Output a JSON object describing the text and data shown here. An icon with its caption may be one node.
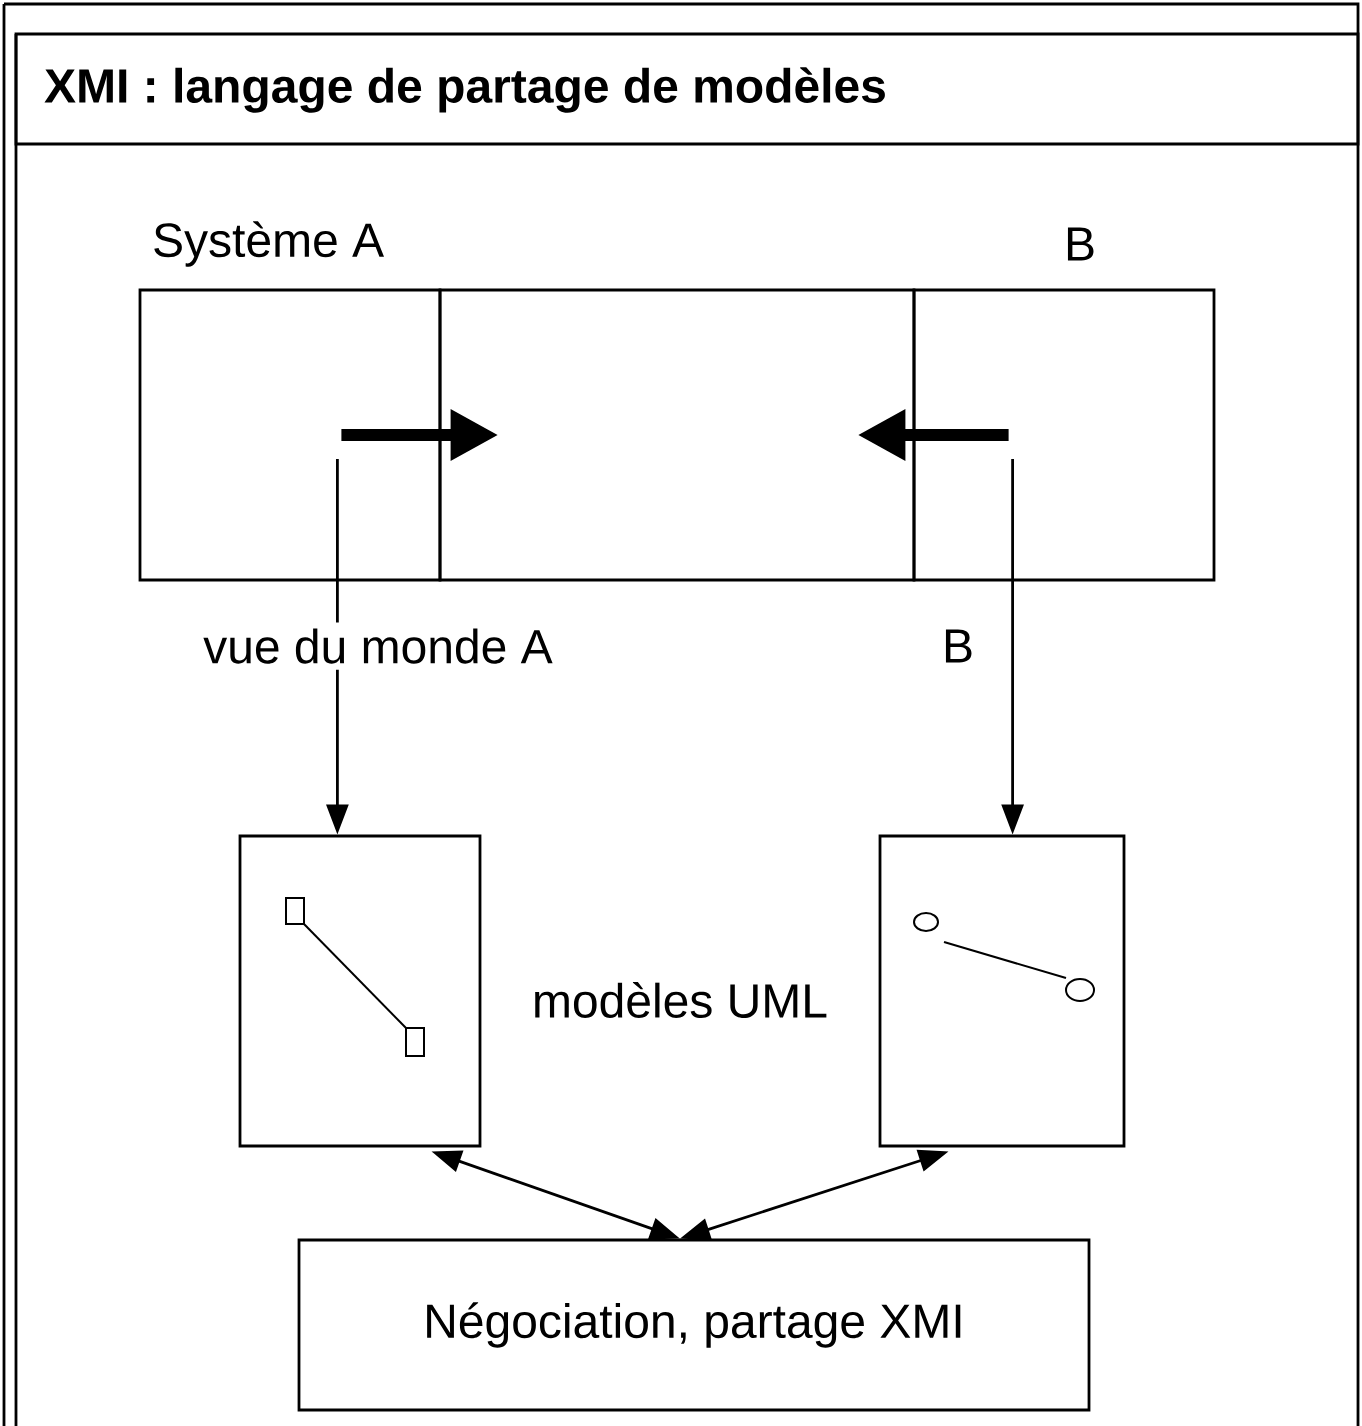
{
  "diagram": {
    "title": "XMI : langage de partage de modèles",
    "nodes": [
      {
        "text": [
          "Système A"
        ]
      },
      {
        "text": [],
        "shape": "box"
      },
      {
        "text": [
          "B"
        ]
      },
      {
        "text": [],
        "shape": "box"
      },
      {
        "text": [],
        "shape": "box"
      },
      {
        "text": [
          "Négociation, partage XMI"
        ]
      }
    ],
    "edges": [
      {
        "from": 0,
        "to": 1,
        "arrow": "to",
        "style": "thick"
      },
      {
        "from": 2,
        "to": 1,
        "arrow": "to",
        "style": "thick"
      },
      {
        "from": 0,
        "to": 3,
        "arrow": "to",
        "label": "vue du monde A"
      },
      {
        "from": 2,
        "to": 4,
        "arrow": "to",
        "label": "B"
      },
      {
        "from": 3,
        "to": 5,
        "arrow": "both"
      },
      {
        "from": 4,
        "to": 5,
        "arrow": "both"
      }
    ],
    "labels": [
      "modèles UML"
    ]
  }
}
